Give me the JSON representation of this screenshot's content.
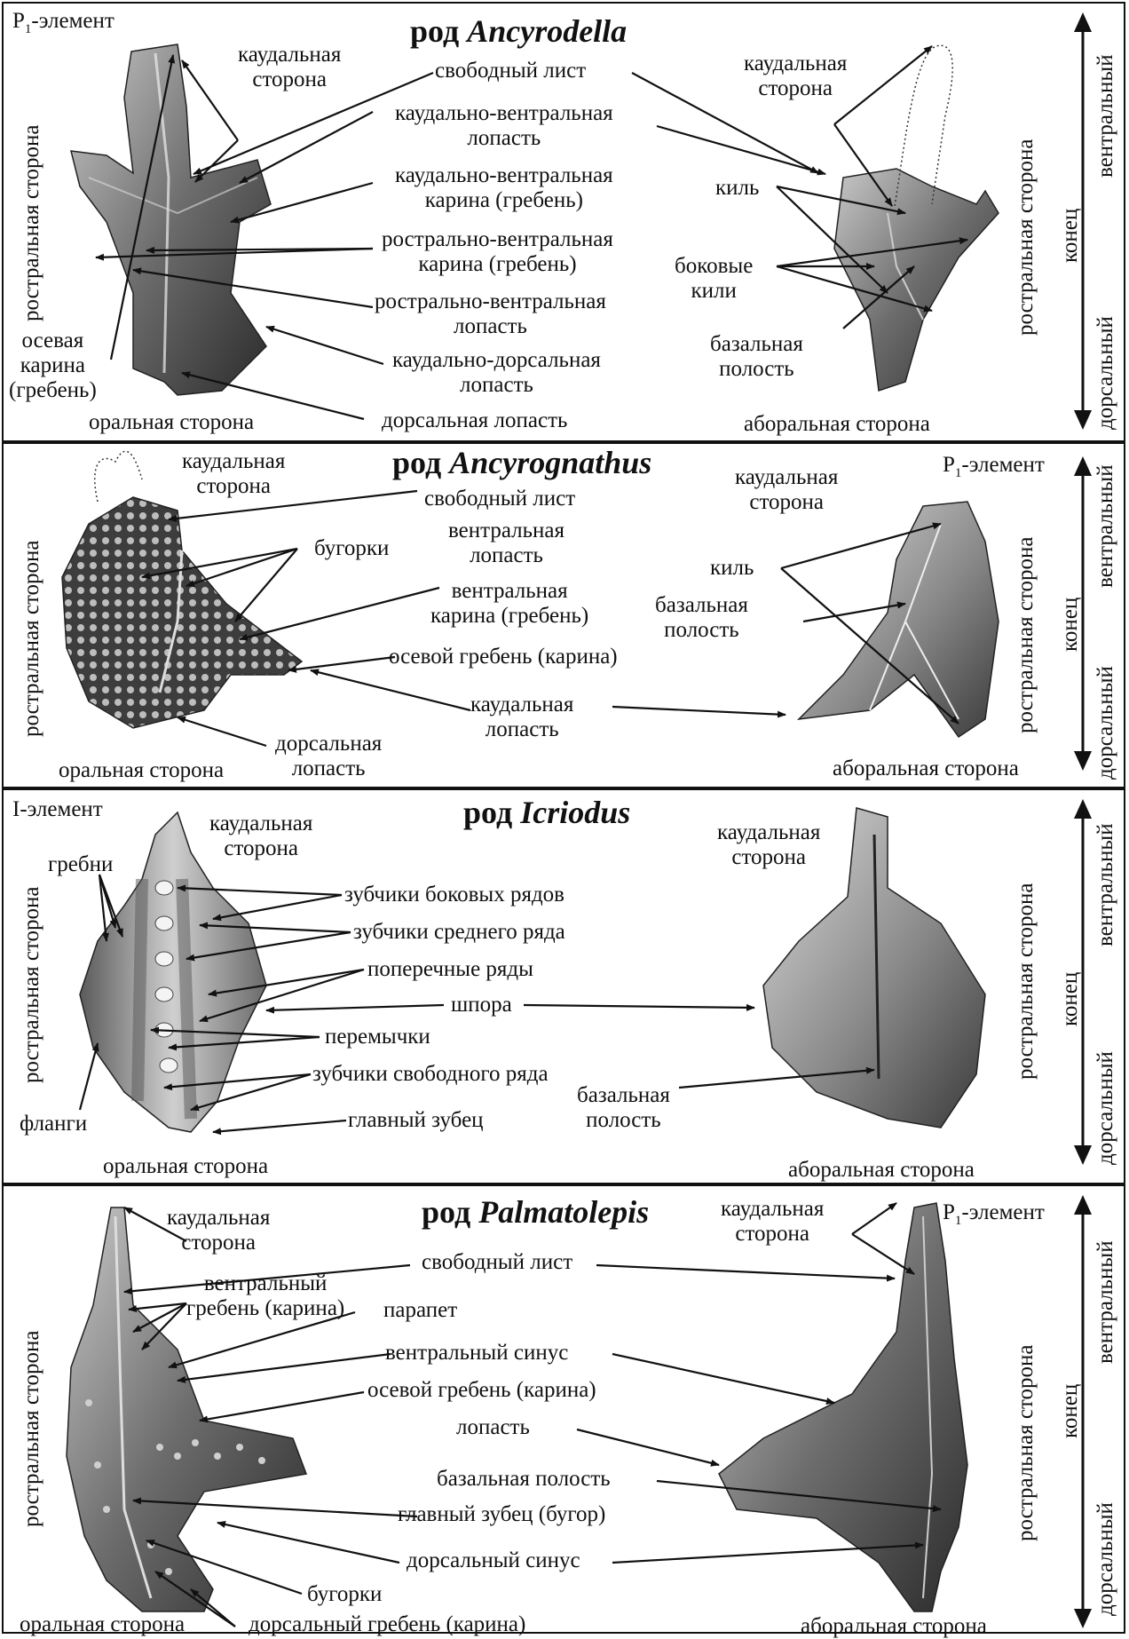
{
  "figure": {
    "panels": [
      {
        "genus_prefix": "род",
        "genus_name": "Ancyrodella",
        "element_label": "P1-элемент",
        "labels": {
          "caudal_left": "каудальная\nсторона",
          "free_blade": "свободный лист",
          "cv_lobe": "каудально-вентральная\nлопасть",
          "cv_carina": "каудально-вентральная\nкарина (гребень)",
          "rv_carina": "рострально-вентральная\nкарина (гребень)",
          "rv_lobe": "рострально-вентральная\nлопасть",
          "cd_lobe": "каудально-дорсальная\nлопасть",
          "axial_carina": "осевая\nкарина\n(гребень)",
          "oral_side": "оральная сторона",
          "dorsal_lobe": "дорсальная лопасть",
          "caudal_right": "каудальная\nсторона",
          "keel": "киль",
          "lateral_keels": "боковые\nкили",
          "basal_cavity": "базальная\nполость",
          "aboral_side": "аборальная сторона",
          "rostral_left": "ростральная сторона",
          "rostral_right": "ростральная сторона"
        }
      },
      {
        "genus_prefix": "род",
        "genus_name": "Ancyrognathus",
        "element_label": "P1-элемент",
        "labels": {
          "caudal_left": "каудальная\nсторона",
          "free_blade": "свободный лист",
          "tubercles": "бугорки",
          "ventral_lobe": "вентральная\nлопасть",
          "ventral_carina": "вентральная\nкарина (гребень)",
          "axial_ridge": "осевой гребень (карина)",
          "caudal_lobe": "каудальная\nлопасть",
          "dorsal_lobe": "дорсальная\nлопасть",
          "oral_side": "оральная сторона",
          "caudal_right": "каудальная\nсторона",
          "keel": "киль",
          "basal_cavity": "базальная\nполость",
          "aboral_side": "аборальная сторона",
          "rostral_left": "ростральная сторона",
          "rostral_right": "ростральная сторона"
        }
      },
      {
        "genus_prefix": "род",
        "genus_name": "Icriodus",
        "element_label": "I-элемент",
        "labels": {
          "caudal_left": "каудальная\nсторона",
          "ridges": "гребни",
          "lateral_denticles": "зубчики боковых рядов",
          "middle_denticles": "зубчики среднего ряда",
          "transverse_rows": "поперечные ряды",
          "spur": "шпора",
          "bridges": "перемычки",
          "free_row_denticles": "зубчики свободного ряда",
          "main_cusp": "главный зубец",
          "flanges": "фланги",
          "oral_side": "оральная сторона",
          "caudal_right": "каудальная\nсторона",
          "basal_cavity": "базальная\nполость",
          "aboral_side": "аборальная сторона",
          "rostral_left": "ростральная сторона",
          "rostral_right": "ростральная сторона"
        }
      },
      {
        "genus_prefix": "род",
        "genus_name": "Palmatolepis",
        "element_label": "P1-элемент",
        "labels": {
          "caudal_left": "каудальная\nсторона",
          "free_blade": "свободный лист",
          "ventral_carina": "вентральный\nгребень (карина)",
          "parapet": "парапет",
          "ventral_sinus": "вентральный синус",
          "axial_ridge": "осевой гребень (карина)",
          "lobe": "лопасть",
          "basal_cavity": "базальная полость",
          "main_cusp": "главный зубец (бугор)",
          "dorsal_sinus": "дорсальный синус",
          "tubercles": "бугорки",
          "dorsal_carina": "дорсальный гребень (карина)",
          "oral_side": "оральная сторона",
          "caudal_right": "каудальная\nсторона",
          "aboral_side": "аборальная сторона",
          "rostral_left": "ростральная сторона",
          "rostral_right": "ростральная сторона"
        }
      }
    ],
    "orientation": {
      "ventral": "вентральный",
      "end": "конец",
      "dorsal": "дорсальный"
    }
  }
}
